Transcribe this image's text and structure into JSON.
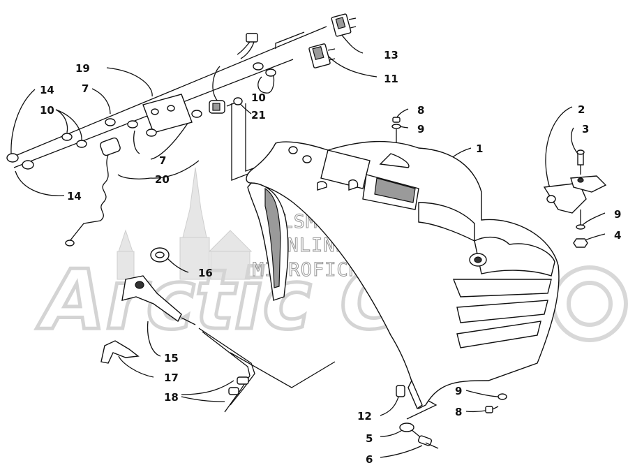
{
  "watermark": {
    "lines": [
      "HLSM'S",
      "ONLINE",
      "MICROFICHE"
    ],
    "brand": "Arctic Cat"
  },
  "callouts": {
    "c1": "1",
    "c2": "2",
    "c3": "3",
    "c4": "4",
    "c5": "5",
    "c6": "6",
    "c7a": "7",
    "c7b": "7",
    "c8a": "8",
    "c8b": "8",
    "c9a": "9",
    "c9b": "9",
    "c9c": "9",
    "c10a": "10",
    "c10b": "10",
    "c11": "11",
    "c12": "12",
    "c13": "13",
    "c14a": "14",
    "c14b": "14",
    "c15": "15",
    "c16": "16",
    "c17": "17",
    "c18": "18",
    "c19": "19",
    "c20": "20",
    "c21": "21"
  }
}
